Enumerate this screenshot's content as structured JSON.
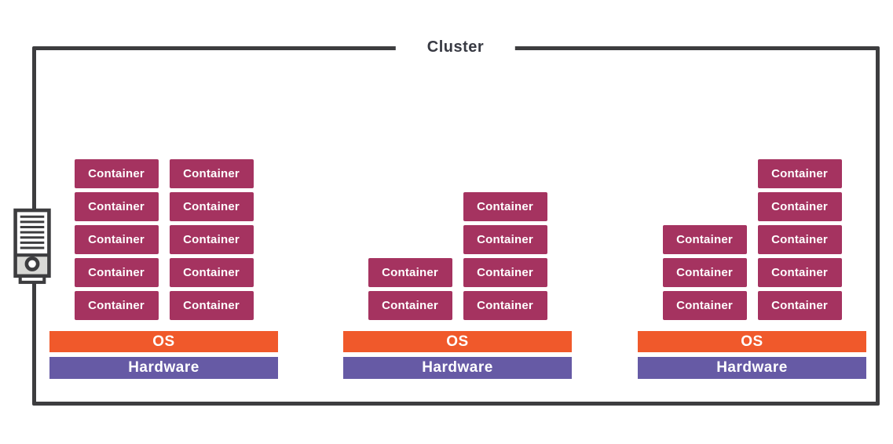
{
  "title": "Cluster",
  "colors": {
    "container": "#a53360",
    "os": "#f0592b",
    "hardware": "#665aa5",
    "outline": "#3d3d3f",
    "server_panel": "#d8d8d5"
  },
  "icons": {
    "server": "tower-server-icon"
  },
  "nodes": [
    {
      "os": "OS",
      "hardware": "Hardware",
      "columns": [
        [
          "Container",
          "Container",
          "Container",
          "Container",
          "Container"
        ],
        [
          "Container",
          "Container",
          "Container",
          "Container",
          "Container"
        ]
      ]
    },
    {
      "os": "OS",
      "hardware": "Hardware",
      "columns": [
        [
          "Container",
          "Container"
        ],
        [
          "Container",
          "Container",
          "Container",
          "Container"
        ]
      ]
    },
    {
      "os": "OS",
      "hardware": "Hardware",
      "columns": [
        [
          "Container",
          "Container",
          "Container"
        ],
        [
          "Container",
          "Container",
          "Container",
          "Container",
          "Container"
        ]
      ]
    }
  ]
}
